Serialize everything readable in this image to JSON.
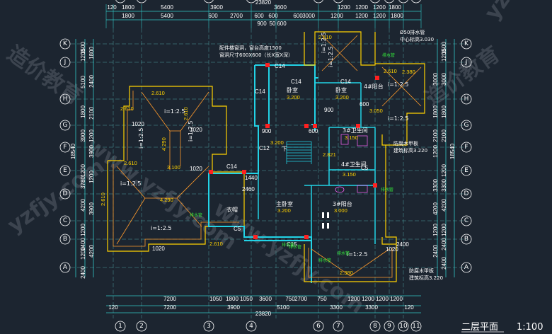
{
  "drawing": {
    "title": "二层平面",
    "scale": "1:100",
    "top_dims_row1": [
      "120",
      "1800",
      "5400",
      "3900",
      "3600",
      "1200",
      "1200",
      "1200",
      "1800"
    ],
    "top_dims_row2": [
      "1800",
      "5400",
      "600",
      "2700",
      "600",
      "600",
      "600",
      "3000",
      "1200",
      "1200",
      "1200",
      "1800"
    ],
    "top_dims_small": [
      "900",
      "50",
      "600"
    ],
    "bottom_dims_row1": [
      "7200",
      "1050",
      "1800",
      "1050",
      "3600",
      "750",
      "2700",
      "750",
      "1200",
      "1200",
      "1200",
      "1200"
    ],
    "bottom_dims_row2": [
      "120",
      "7200",
      "3900",
      "5100",
      "3300",
      "3300",
      "120"
    ],
    "bottom_total": "23820",
    "col_axes_bottom": [
      "1",
      "2",
      "3",
      "4",
      "6",
      "7",
      "8",
      "9",
      "10",
      "11"
    ],
    "row_axes": [
      "K",
      "J",
      "H",
      "G",
      "F",
      "E",
      "D",
      "C",
      "B",
      "A"
    ],
    "left_dims_outer": [
      "1500",
      "1200",
      "5100",
      "1800",
      "3900",
      "18540",
      "1200",
      "3780",
      "4200",
      "1200",
      "2400",
      "1200",
      "2400"
    ],
    "left_dims_inner": [
      "1800",
      "2400",
      "2100",
      "1200",
      "3900",
      "1200",
      "3900",
      "4200"
    ],
    "right_dims_outer": [
      "1500",
      "1200",
      "3000",
      "1800",
      "2100",
      "18540",
      "1200",
      "3300",
      "4200",
      "1200",
      "2400",
      "2400"
    ],
    "right_dims_inner": [
      "3000",
      "1800",
      "2100",
      "1200",
      "3300",
      "4200",
      "1200",
      "2400"
    ],
    "rooms": {
      "bedroom": "卧室",
      "bedroom_level": "3.200",
      "bedroom2": "卧室",
      "bedroom2_level": "3.200",
      "terrace": "4#阳台",
      "terrace_level": "3.050",
      "bath3": "3#卫生间",
      "bath3_level": "3.150",
      "bath4": "4#卫生间",
      "bath4_level": "3.150",
      "master": "主卧室",
      "master_level": "3.200",
      "closet": "衣帽",
      "balcony3": "3#阳台",
      "balcony3_level": "3.000",
      "stair_down": "下",
      "stair_level": "3.200",
      "level_a": "3.100",
      "level_b": "2.821"
    },
    "roof_levels": [
      "2.610",
      "2.610",
      "2.610",
      "2.610",
      "4.290",
      "4.290",
      "2.610",
      "2.610",
      "2.610",
      "2.610",
      "2.380",
      "2.380"
    ],
    "slopes": [
      "i=1:2.5",
      "i=1:2.5",
      "i=1:2.5",
      "i=1:2.5",
      "i=1:2.5",
      "i=1:2.5",
      "i=1:2.5",
      "i=1:2.5",
      "i=1:2.5",
      "i=1:2.5"
    ],
    "notes": {
      "window_note1": "配件楼窗洞，窗台高度1500",
      "window_note2": "窗洞尺寸600X600（长X宽X深）",
      "pipe_note1": "Ø50排水管",
      "pipe_note2": "中心标高3.030",
      "rot_note1": "防腐木甲板",
      "rot_note2": "建筑标高3.220",
      "rot_note3": "防腐木甲板",
      "rot_note4": "建筑标高3.220"
    },
    "window_codes": [
      "C14",
      "C14",
      "C14",
      "C12",
      "C14",
      "C14",
      "C15",
      "C5",
      "C5"
    ],
    "misc_dims": [
      "1020",
      "1020",
      "1020",
      "900",
      "600",
      "900",
      "1440",
      "2460",
      "1020",
      "1020",
      "600",
      "2400"
    ],
    "green_labels": [
      "排水管",
      "排水管",
      "排水管",
      "排水管",
      "排水管",
      "排水管",
      "排水管"
    ],
    "watermark_texts": [
      "造价教育",
      "www.yzfjy.com",
      "yzfjy.com",
      "造价教育",
      "www.yzfjy.com",
      "yzfjy.com"
    ]
  }
}
